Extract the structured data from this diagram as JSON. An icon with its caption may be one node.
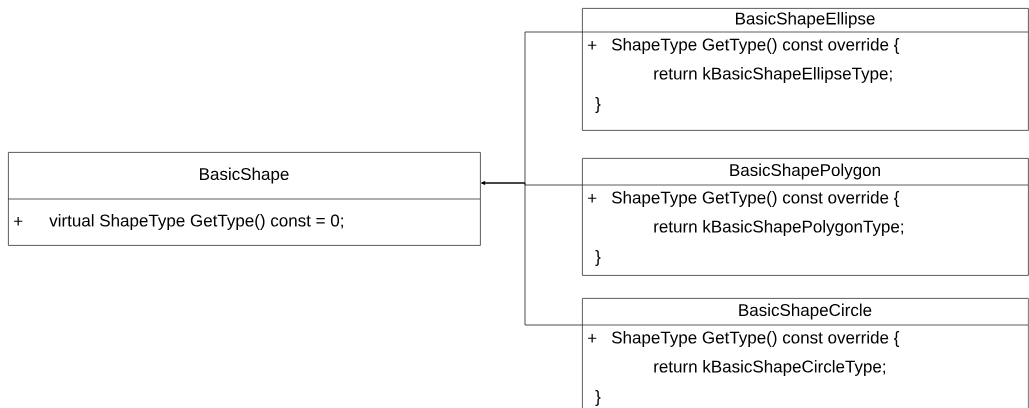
{
  "diagram": {
    "nodes": [
      {
        "text": [
          "BasicShape",
          "+",
          "virtual ShapeType GetType() const = 0;"
        ]
      },
      {
        "text": [
          "BasicShapeEllipse",
          "+",
          "ShapeType GetType() const override {",
          "return kBasicShapeEllipseType;",
          "}"
        ]
      },
      {
        "text": [
          "BasicShapePolygon",
          "+",
          "ShapeType GetType() const override {",
          "return kBasicShapePolygonType;",
          "}"
        ]
      },
      {
        "text": [
          "BasicShapeCircle",
          "+",
          "ShapeType GetType() const override {",
          "return kBasicShapeCircleType;",
          "}"
        ]
      }
    ],
    "edges": [
      {
        "from": 1,
        "to": 0,
        "arrow": "to"
      },
      {
        "from": 2,
        "to": 0,
        "arrow": "to"
      },
      {
        "from": 3,
        "to": 0,
        "arrow": "to"
      }
    ]
  }
}
